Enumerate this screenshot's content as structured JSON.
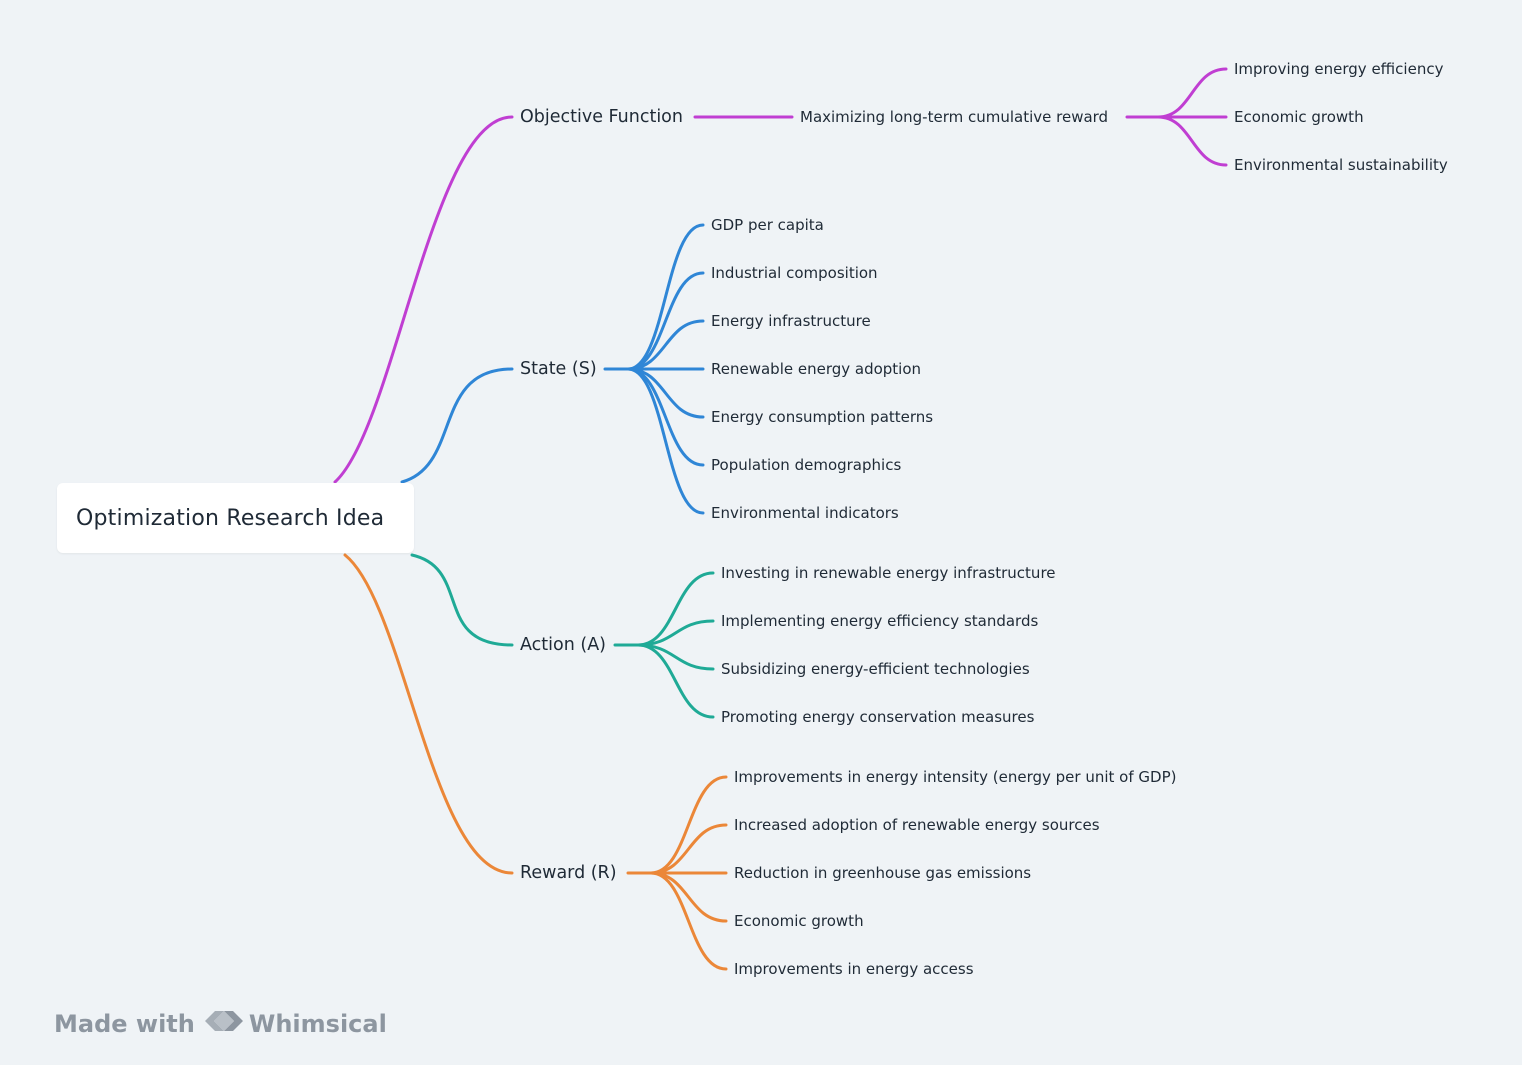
{
  "root": {
    "label": "Optimization Research Idea"
  },
  "branches": [
    {
      "id": "objective",
      "label": "Objective Function",
      "color": "#c03ed2",
      "children": [
        {
          "label": "Maximizing long-term cumulative reward",
          "children": [
            {
              "label": "Improving energy efficiency"
            },
            {
              "label": "Economic growth"
            },
            {
              "label": "Environmental sustainability"
            }
          ]
        }
      ]
    },
    {
      "id": "state",
      "label": "State (S)",
      "color": "#2f86d6",
      "children": [
        {
          "label": "GDP per capita"
        },
        {
          "label": "Industrial composition"
        },
        {
          "label": "Energy infrastructure"
        },
        {
          "label": "Renewable energy adoption"
        },
        {
          "label": "Energy consumption patterns"
        },
        {
          "label": "Population demographics"
        },
        {
          "label": "Environmental indicators"
        }
      ]
    },
    {
      "id": "action",
      "label": "Action (A)",
      "color": "#1faa96",
      "children": [
        {
          "label": "Investing in renewable energy infrastructure"
        },
        {
          "label": "Implementing energy efficiency standards"
        },
        {
          "label": "Subsidizing energy-efficient technologies"
        },
        {
          "label": "Promoting energy conservation measures"
        }
      ]
    },
    {
      "id": "reward",
      "label": "Reward (R)",
      "color": "#eb8738",
      "children": [
        {
          "label": "Improvements in energy intensity (energy per unit of GDP)"
        },
        {
          "label": "Increased adoption of renewable energy sources"
        },
        {
          "label": "Reduction in greenhouse gas emissions"
        },
        {
          "label": "Economic growth"
        },
        {
          "label": "Improvements in energy access"
        }
      ]
    }
  ],
  "footer": {
    "prefix": "Made with",
    "brand": "Whimsical",
    "logo_icon": "whimsical-logo-icon"
  }
}
